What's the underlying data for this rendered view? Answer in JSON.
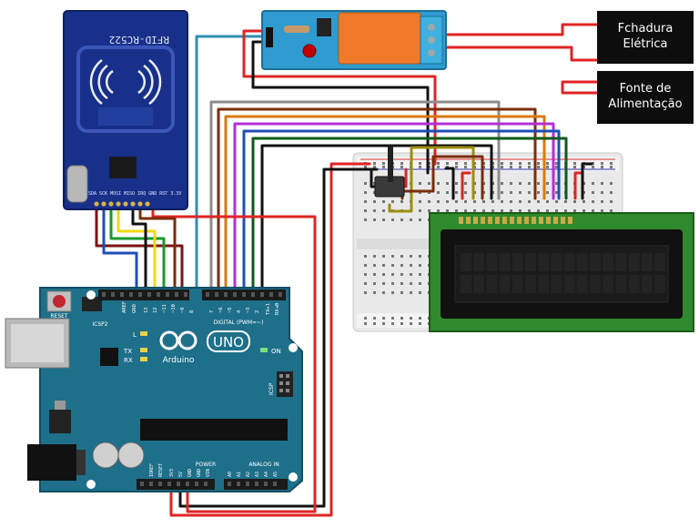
{
  "boxes": {
    "lock": {
      "line1": "Fchadura",
      "line2": "Elétrica"
    },
    "power": {
      "line1": "Fonte de",
      "line2": "Alimentação"
    }
  },
  "rfid": {
    "model": "RFID-RC522",
    "pins": "SDA SCK MOSI MISO IRQ GND RST 3.3V"
  },
  "arduino": {
    "brand": "Arduino",
    "model": "UNO",
    "reset": "RESET",
    "icsp2": "ICSP2",
    "icsp": "ICSP",
    "digital": "DIGITAL (PWM=~)",
    "power": "POWER",
    "analog": "ANALOG IN",
    "on": "ON",
    "led_l": "L",
    "led_tx": "TX",
    "led_rx": "RX",
    "aref": "AREF",
    "gnd_top": "GND",
    "d13": "13",
    "d12": "12",
    "d11": "~11",
    "d10": "~10",
    "d9": "~9",
    "d8": "8",
    "d7": "7",
    "d6": "~6",
    "d5": "~5",
    "d4": "4",
    "d3": "~3",
    "d2": "2",
    "tx1": "TX▸1",
    "rx0": "RX◂0",
    "ioref": "IOREF",
    "reset_p": "RESET",
    "v33": "3V3",
    "v5": "5V",
    "gnd1": "GND",
    "gnd2": "GND",
    "vin": "VIN",
    "a0": "A0",
    "a1": "A1",
    "a2": "A2",
    "a3": "A3",
    "a4": "A4",
    "a5": "A5"
  },
  "colors": {
    "wire_red": "#e02424",
    "wire_black": "#111111",
    "wire_blue": "#1f4fb5",
    "wire_green": "#1a9a2c",
    "wire_yellow": "#f2d90f",
    "wire_brown": "#7a2d0c",
    "wire_orange": "#d97a12",
    "wire_purple": "#b52fd6",
    "wire_gray": "#8d8d8d",
    "wire_darkgreen": "#0d5a1a",
    "wire_darkred": "#7a1414",
    "wire_olive": "#9a8f12",
    "wire_teal": "#2f8fb4",
    "arduino_board": "#1e6f8a",
    "rfid_board": "#18308a",
    "lcd_board": "#2e8a2c",
    "relay_board": "#2f9bd0",
    "relay_body": "#f07a2a"
  }
}
